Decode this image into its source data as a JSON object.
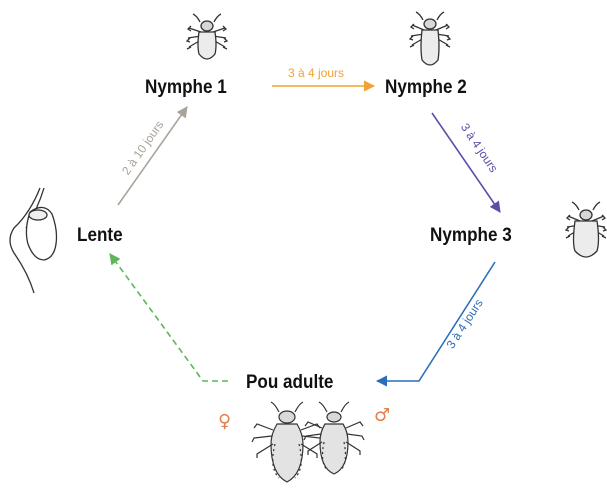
{
  "stages": {
    "nymphe1": "Nymphe 1",
    "nymphe2": "Nymphe 2",
    "nymphe3": "Nymphe 3",
    "pou_adulte": "Pou adulte",
    "lente": "Lente"
  },
  "transitions": {
    "lente_to_n1": "2 à 10 jours",
    "n1_to_n2": "3 à 4 jours",
    "n2_to_n3": "3 à 4 jours",
    "n3_to_adult": "3 à 4 jours"
  },
  "sex_symbols": {
    "female": "♀",
    "male": "♂"
  },
  "colors": {
    "lente_to_n1": "#a9a39b",
    "n1_to_n2": "#f0a232",
    "n2_to_n3": "#5a4fa8",
    "n3_to_adult": "#2b6db8",
    "adult_to_lente": "#5fb55a",
    "sex_symbols": "#e0804a"
  },
  "icons": {
    "lente": "nit-on-hair-icon",
    "nymphe1": "nymph-louse-icon",
    "nymphe2": "nymph-louse-icon",
    "nymphe3": "nymph-louse-icon",
    "adult_female": "adult-louse-female-icon",
    "adult_male": "adult-louse-male-icon"
  }
}
